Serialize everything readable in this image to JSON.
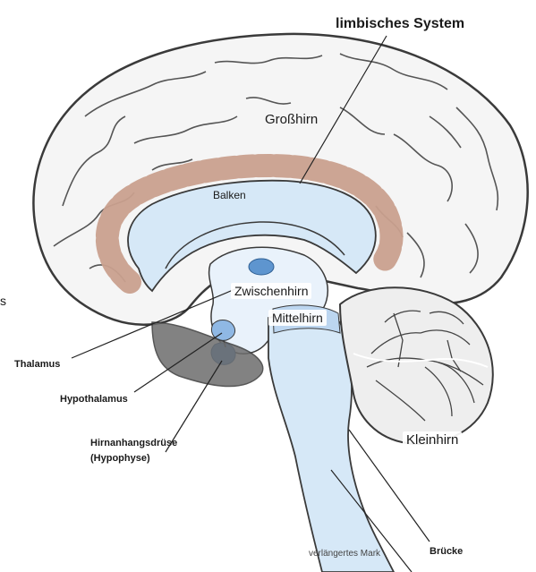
{
  "labels": {
    "limbic_system": "limbisches System",
    "cerebrum": "Großhirn",
    "corpus_callosum": "Balken",
    "diencephalon": "Zwischenhirn",
    "midbrain": "Mittelhirn",
    "thalamus": "Thalamus",
    "hypothalamus": "Hypothalamus",
    "pituitary": "Hirnanhangsdrüse",
    "pituitary_alt": "(Hypophyse)",
    "cerebellum": "Kleinhirn",
    "pons": "Brücke",
    "medulla": "verlängertes Mark",
    "edge_fragment": "s"
  },
  "colors": {
    "limbic": "#c9a08e",
    "ventricle": "#d6e8f7",
    "structure_blue": "#5e95cf",
    "outline": "#3a3a3a",
    "cortex_fill": "#f4f4f4"
  }
}
